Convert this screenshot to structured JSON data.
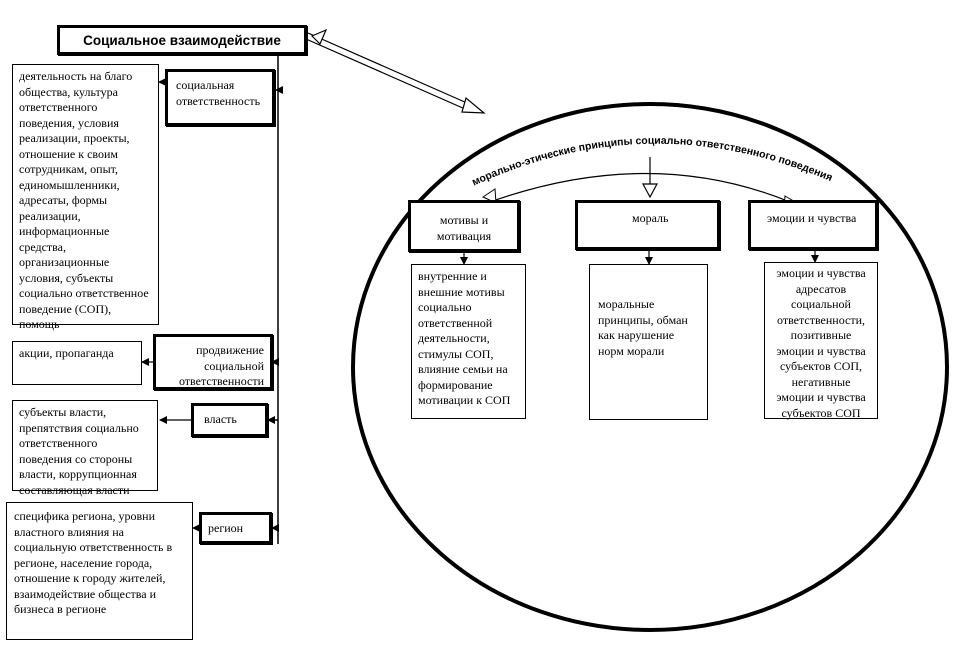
{
  "title": "Социальное взаимодействие",
  "left_branches": [
    {
      "label": "социальная ответственность",
      "detail": "деятельность на благо общества, культура ответственного поведения, условия реализации, проекты, отношение к своим сотрудникам, опыт, единомышленники, адресаты, формы реализации, информационные средства, организационные условия, субъекты социально ответственное поведение (СОП), помощь"
    },
    {
      "label": "продвижение социальной ответственности",
      "detail": "акции, пропаганда"
    },
    {
      "label": "власть",
      "detail": "субъекты власти, препятствия социально ответственного поведения со стороны власти, коррупционная составляющая власти"
    },
    {
      "label": "регион",
      "detail": "специфика региона, уровни властного влияния на социальную ответственность в регионе, население города, отношение к городу жителей, взаимодействие общества и бизнеса в регионе"
    }
  ],
  "ellipse": {
    "curved_label": "морально-этические принципы социально ответственного поведения",
    "columns": [
      {
        "label": "мотивы и мотивация",
        "detail": "внутренние и внешние мотивы социально ответственной деятельности, стимулы СОП, влияние семьи на формирование мотивации к СОП"
      },
      {
        "label": "мораль",
        "detail": "моральные принципы, обман как нарушение норм морали"
      },
      {
        "label": "эмоции и чувства",
        "detail": "эмоции и чувства адресатов социальной ответственности, позитивные эмоции и чувства субъектов СОП, негативные эмоции и чувства субъектов СОП"
      }
    ]
  }
}
